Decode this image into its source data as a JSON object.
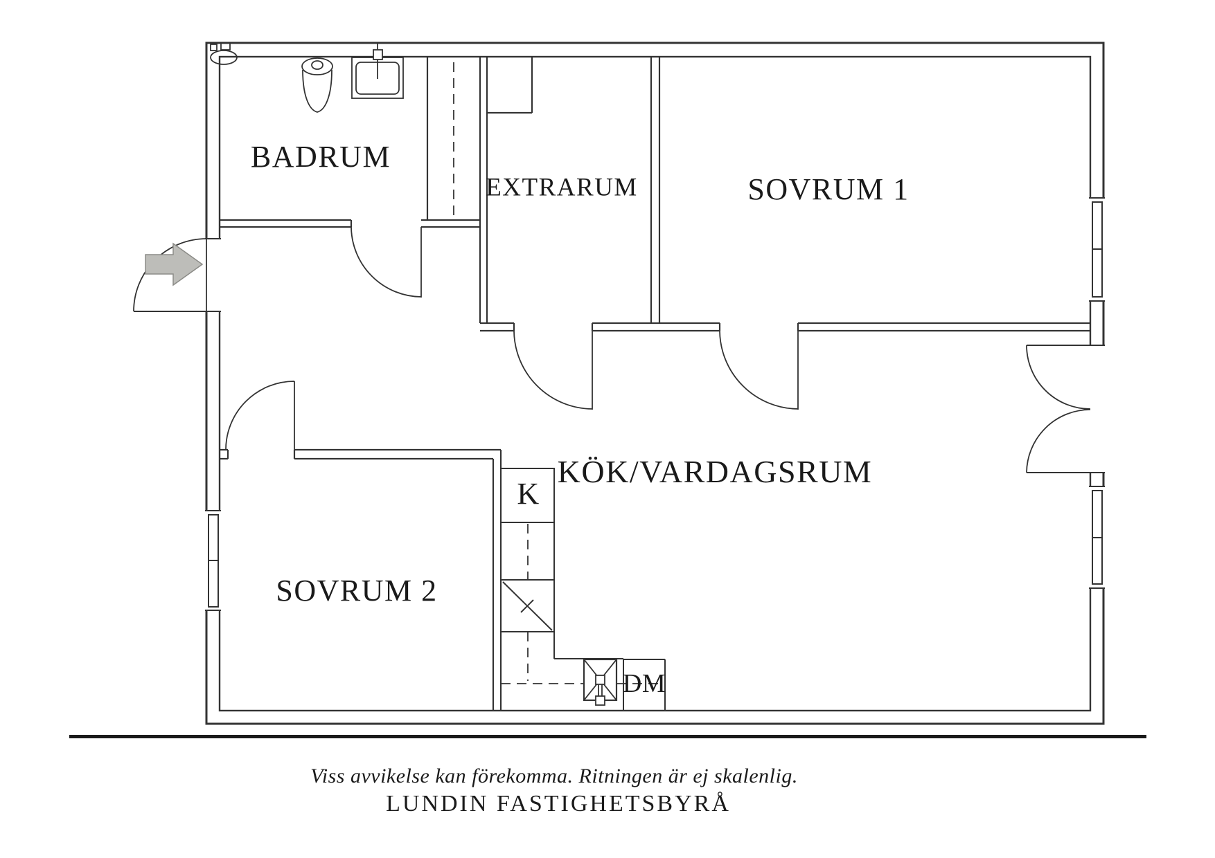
{
  "rooms": {
    "badrum": {
      "label": "BADRUM"
    },
    "extrarum": {
      "label": "EXTRARUM"
    },
    "sovrum1": {
      "label": "SOVRUM 1"
    },
    "sovrum2": {
      "label": "SOVRUM 2"
    },
    "kok": {
      "label": "KÖK/VARDAGSRUM"
    }
  },
  "kitchen": {
    "fridge_label": "K",
    "dishwasher_label": "DM"
  },
  "footer": {
    "disclaimer": "Viss avvikelse kan förekomma. Ritningen är ej skalenlig.",
    "agency": "LUNDIN FASTIGHETSBYRÅ"
  },
  "icons": {
    "entry": "entry-arrow-icon",
    "toilet": "toilet-icon",
    "sink": "bathroom-sink-icon",
    "shower": "shower-icon",
    "kitchen_sink": "kitchen-sink-icon"
  },
  "colors": {
    "line": "#333333",
    "text": "#1a1a1a",
    "arrow_fill": "#bdbdb9",
    "arrow_stroke": "#8b8b87",
    "background": "#ffffff"
  }
}
